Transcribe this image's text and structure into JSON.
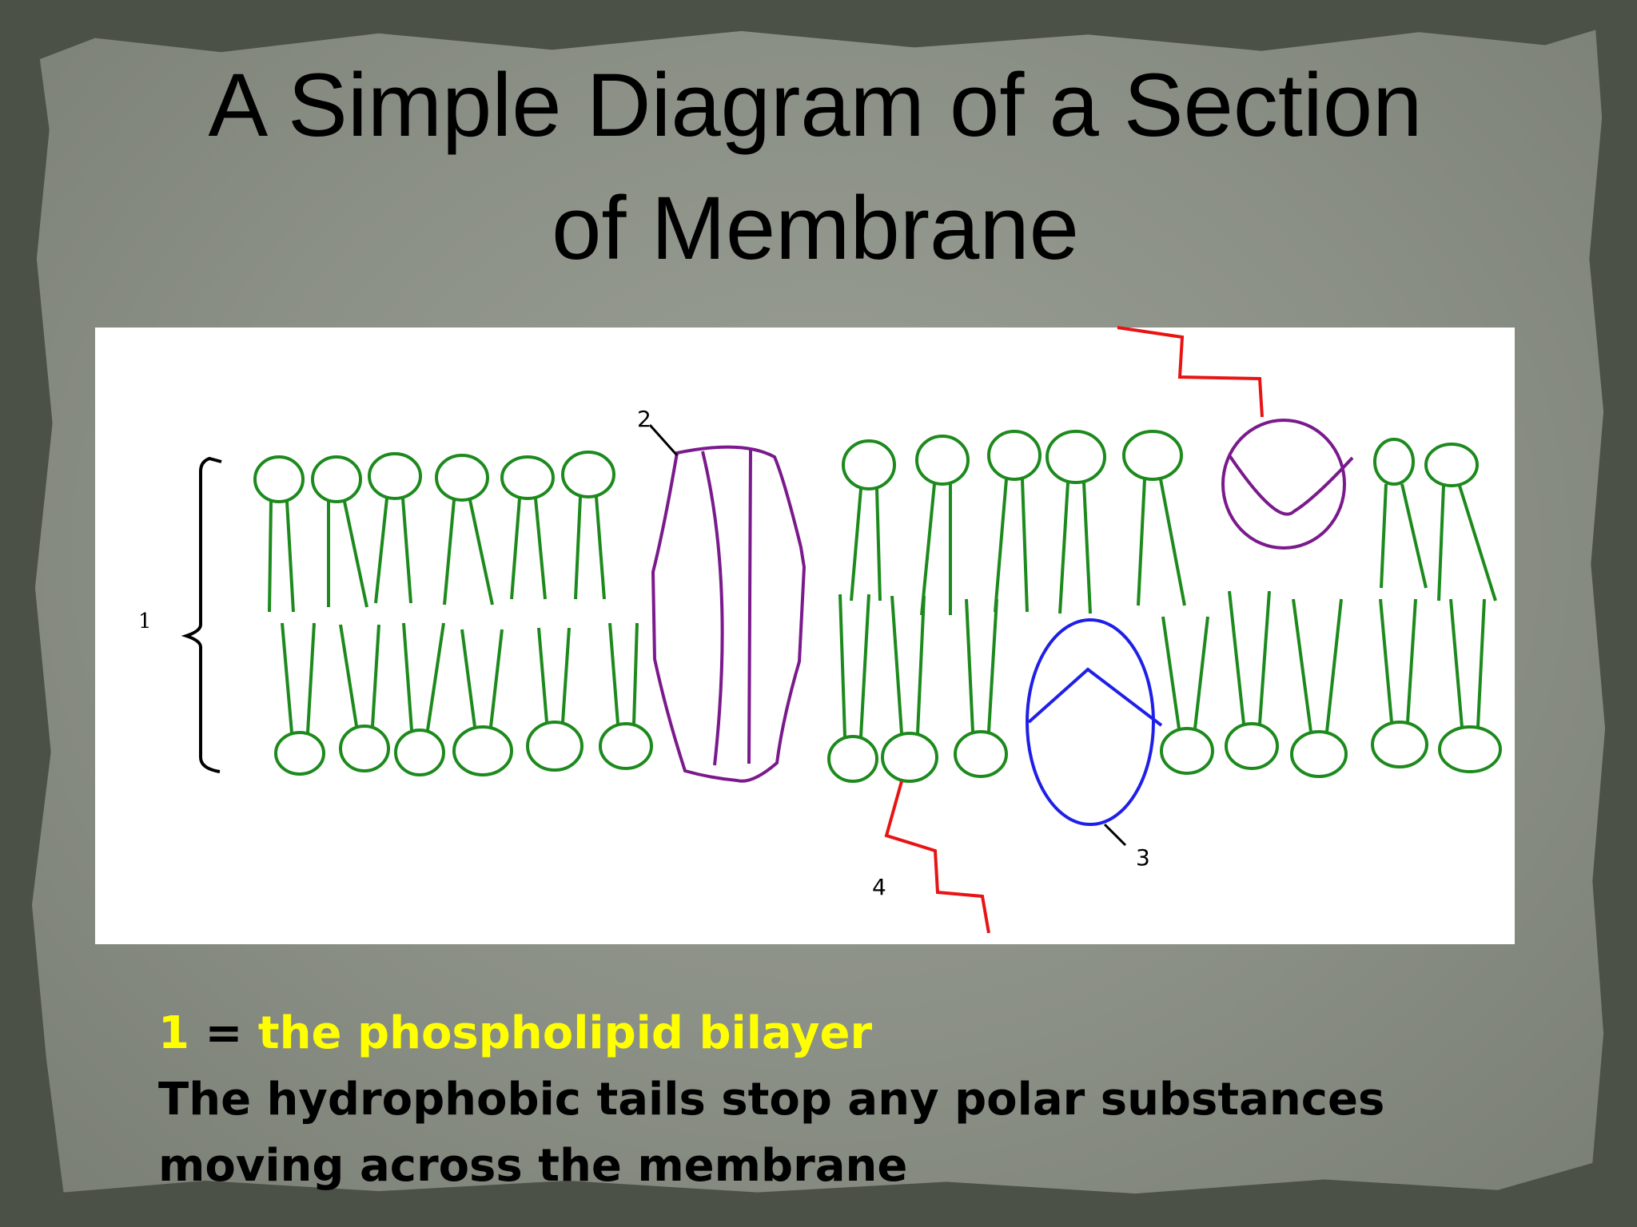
{
  "slide": {
    "title_line1": "A Simple Diagram of a Section",
    "title_line2": "of Membrane"
  },
  "diagram": {
    "labels": {
      "bilayer": "1",
      "channel_protein": "2",
      "carrier_protein": "3",
      "glyco_chain": "4"
    },
    "colors": {
      "phospholipid": "#1d8a1d",
      "channel_protein": "#7a1a8c",
      "carrier_protein": "#1f1fe8",
      "glyco_chain": "#e81414"
    }
  },
  "caption": {
    "number": "1",
    "equals": "=",
    "term": "the phospholipid bilayer",
    "line2": "The hydrophobic tails stop any polar substances",
    "line3": "moving across the membrane"
  }
}
